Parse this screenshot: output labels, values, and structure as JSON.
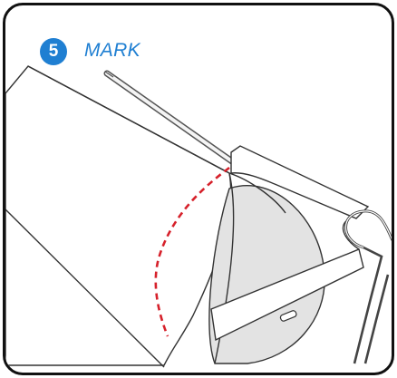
{
  "step": {
    "number": "5",
    "label": "MARK"
  },
  "colors": {
    "accent": "#1f7fd2",
    "mark_line": "#d6212b",
    "frame": "#111111",
    "disc": "#e3e3e3"
  },
  "illustration": {
    "subject": "tube-with-bracket-and-rod",
    "mark_style": "dashed-circle"
  }
}
